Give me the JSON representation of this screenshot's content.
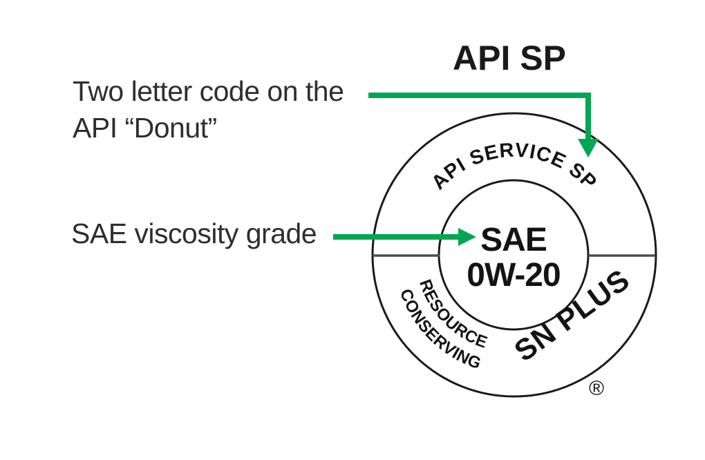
{
  "title": "API SP",
  "labels": {
    "donut_code_line1": "Two letter code on the",
    "donut_code_line2": "API “Donut”",
    "viscosity": "SAE viscosity grade"
  },
  "donut": {
    "top_arc_text": "API SERVICE SP",
    "center_line1": "SAE",
    "center_line2": "0W-20",
    "bottom_left_arc_line1": "RESOURCE",
    "bottom_left_arc_line2": "CONSERVING",
    "bottom_right_text": "SN PLUS",
    "registered_mark": "®"
  },
  "colors": {
    "arrow_green": "#00A651",
    "ink_black": "#1a1a1a",
    "divider_gray": "#4d4d4d",
    "label_text": "#2e2e2e"
  }
}
